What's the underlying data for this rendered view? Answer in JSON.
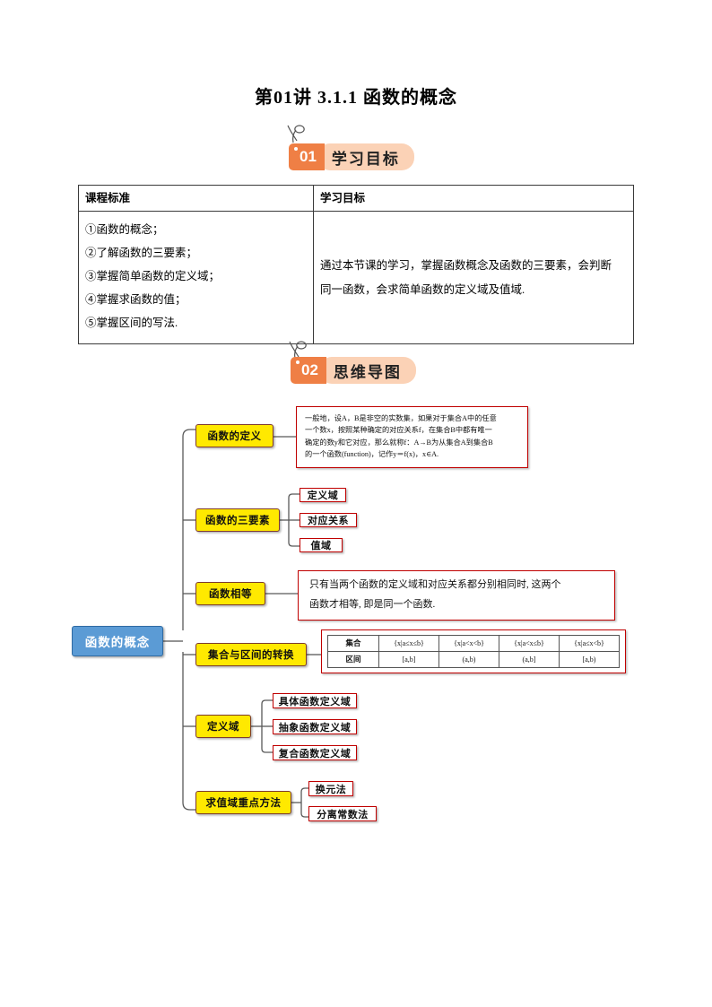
{
  "document": {
    "title": "第01讲 3.1.1 函数的概念"
  },
  "sections": [
    {
      "number": "01",
      "label": "学习目标"
    },
    {
      "number": "02",
      "label": "思维导图"
    }
  ],
  "standards_table": {
    "headers": [
      "课程标准",
      "学习目标"
    ],
    "course_standards": [
      "①函数的概念；",
      "②了解函数的三要素；",
      "③掌握简单函数的定义域；",
      "④掌握求函数的值；",
      "⑤掌握区间的写法."
    ],
    "learning_goal": "通过本节课的学习，掌握函数概念及函数的三要素，会判断同一函数，会求简单函数的定义域及值域."
  },
  "mindmap": {
    "root": "函数的概念",
    "branches": [
      {
        "label": "函数的定义"
      },
      {
        "label": "函数的三要素",
        "children": [
          "定义域",
          "对应关系",
          "值域"
        ]
      },
      {
        "label": "函数相等"
      },
      {
        "label": "集合与区间的转换"
      },
      {
        "label": "定义域",
        "children": [
          "具体函数定义域",
          "抽象函数定义域",
          "复合函数定义域"
        ]
      },
      {
        "label": "求值域重点方法",
        "children": [
          "换元法",
          "分离常数法"
        ]
      }
    ],
    "definition_lines": [
      "一般地，设A，B是非空的实数集，如果对于集合A中的任意",
      "一个数x，按照某种确定的对应关系f，在集合B中都有唯一",
      "确定的数y和它对应，那么就称f：A→B为从集合A到集合B",
      "的一个函数(function)，记作y＝f(x)，x∈A."
    ],
    "equal_lines": [
      "只有当两个函数的定义域和对应关系都分别相同时, 这两个",
      "函数才相等, 即是同一个函数."
    ],
    "interval_table": {
      "row_labels": [
        "集合",
        "区间"
      ],
      "sets": [
        "{x|a≤x≤b}",
        "{x|a<x<b}",
        "{x|a<x≤b}",
        "{x|a≤x<b}"
      ],
      "intervals": [
        "[a,b]",
        "(a,b)",
        "(a,b]",
        "[a,b)"
      ]
    }
  },
  "colors": {
    "badge_number": "#ef7f45",
    "badge_cap": "#fbd2b6",
    "root_node": "#5b9bd5",
    "branch_node": "#ffe900",
    "leaf_border": "#c00000",
    "connector": "#595959"
  }
}
